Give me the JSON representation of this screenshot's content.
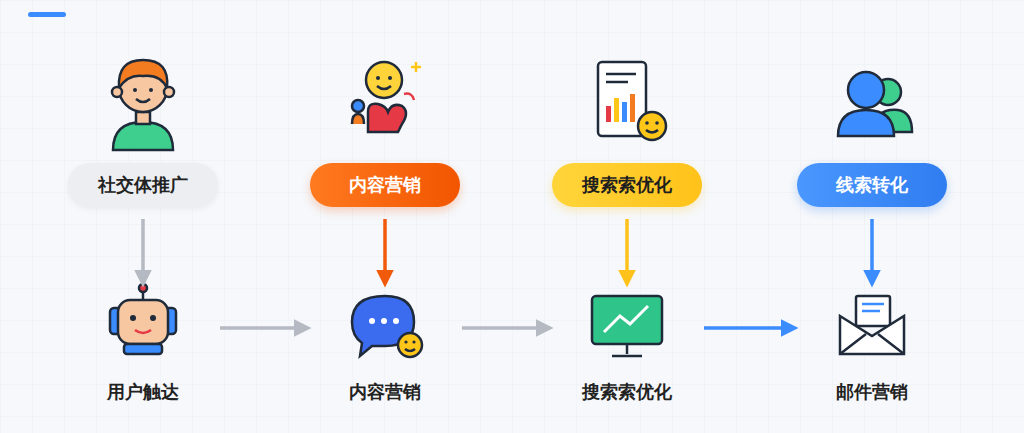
{
  "diagram": {
    "nodes": [
      {
        "text": [
          "社交体推广"
        ]
      },
      {
        "text": [
          "内容营销"
        ]
      },
      {
        "text": [
          "搜索索优化"
        ]
      },
      {
        "text": [
          "线索转化"
        ]
      },
      {
        "text": [
          "用户触达"
        ]
      },
      {
        "text": [
          "内容营销"
        ]
      },
      {
        "text": [
          "搜索索优化"
        ]
      },
      {
        "text": [
          "邮件营销"
        ]
      }
    ],
    "edges": [
      {
        "from": 0,
        "to": 4,
        "arrow": "to"
      },
      {
        "from": 1,
        "to": 5,
        "arrow": "to"
      },
      {
        "from": 2,
        "to": 6,
        "arrow": "to"
      },
      {
        "from": 3,
        "to": 7,
        "arrow": "to"
      },
      {
        "from": 4,
        "to": 5,
        "arrow": "to"
      },
      {
        "from": 5,
        "to": 6,
        "arrow": "to"
      },
      {
        "from": 6,
        "to": 7,
        "arrow": "to"
      }
    ]
  }
}
